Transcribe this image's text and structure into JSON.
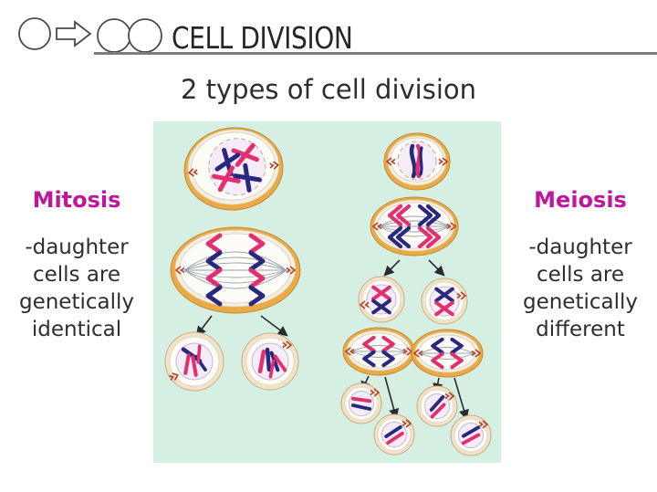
{
  "header": {
    "title": "CELL DIVISION",
    "icons": [
      "single-cell-icon",
      "arrow-right-icon",
      "two-daughter-cells-icon"
    ]
  },
  "subtitle": "2 types of cell division",
  "mitosis": {
    "heading": "Mitosis",
    "description": "-daughter\ncells are\ngenetically\nidentical"
  },
  "meiosis": {
    "heading": "Meiosis",
    "description": "-daughter\ncells are\ngenetically\ndifferent"
  },
  "colors": {
    "accent": "#c0169c",
    "text": "#2e2e2e",
    "title": "#262626",
    "underline": "#7d7d7d",
    "panel": "#d5efe3",
    "pink": "#e03070",
    "navy": "#28287e",
    "rim": "#eaaa45",
    "rim_edge": "#c08a33",
    "cream": "#f6efdf",
    "ring": "#f1e3c9",
    "ring_edge": "#c9ae7e",
    "cell_white": "#fefcf7",
    "nucleus": "#f5ecf8",
    "nucleus_edge": "#b9b2a5",
    "spindle": "#98a2ab",
    "centriole": "#b0402a",
    "arrow": "#2a2a33",
    "logo_stroke": "#4a4a4a"
  }
}
